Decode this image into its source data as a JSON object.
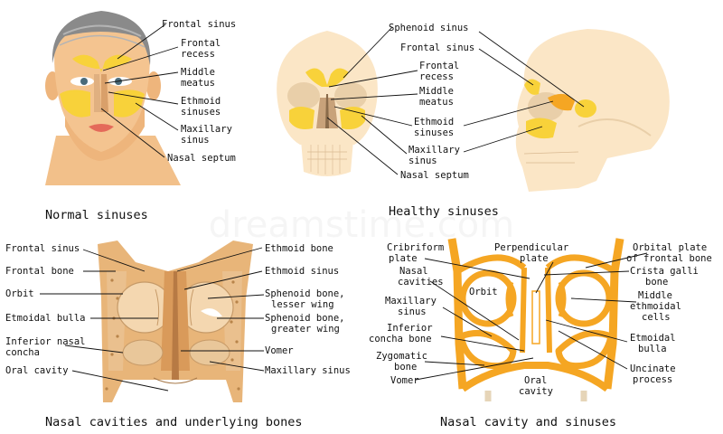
{
  "panels": {
    "normal": {
      "caption": "Normal sinuses",
      "labels": [
        "Frontal sinus",
        "Frontal",
        "recess",
        "Middle",
        "meatus",
        "Ethmoid",
        "sinuses",
        "Maxillary",
        "sinus",
        "Nasal septum"
      ]
    },
    "healthy": {
      "caption": "Healthy sinuses",
      "labels": [
        "Sphenoid sinus",
        "Frontal sinus",
        "Frontal",
        "recess",
        "Middle",
        "meatus",
        "Ethmoid",
        "sinuses",
        "Maxillary",
        "sinus",
        "Nasal septum"
      ]
    },
    "bones": {
      "caption": "Nasal cavities and underlying bones",
      "left_labels": [
        "Frontal sinus",
        "Frontal bone",
        "Orbit",
        "Etmoidal bulla",
        "Inferior nasal",
        "concha",
        "Oral cavity"
      ],
      "right_labels": [
        "Ethmoid bone",
        "Ethmoid sinus",
        "Sphenoid bone,",
        "lesser wing",
        "Sphenoid bone,",
        "greater wing",
        "Vomer",
        "Maxillary sinus"
      ]
    },
    "cavity": {
      "caption": "Nasal cavity and sinuses",
      "left_labels": [
        "Cribriform",
        "plate",
        "Nasal",
        "cavities",
        "Maxillary",
        "sinus",
        "Inferior",
        "concha bone",
        "Zygomatic",
        "bone",
        "Vomer"
      ],
      "center_labels": [
        "Perpendicular",
        "plate",
        "Orbit",
        "Oral",
        "cavity"
      ],
      "right_labels": [
        "Orbital plate",
        "of frontal bone",
        "Crista galli",
        "bone",
        "Middle",
        "ethmoidal",
        "cells",
        "Etmoidal",
        "bulla",
        "Uncinate",
        "process"
      ]
    }
  },
  "watermark": "dreamstime.com",
  "colors": {
    "skin": "#f2c08a",
    "sinus_yellow": "#f8d23a",
    "skull": "#fbe6c6",
    "bone_orange": "#f5a623",
    "bone_tan": "#d9a06a"
  }
}
